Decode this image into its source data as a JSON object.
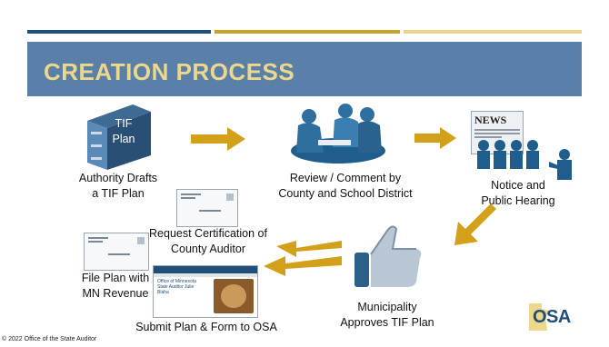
{
  "slide": {
    "title": "CREATION PROCESS",
    "copyright": "© 2022 Office of the State Auditor",
    "colors": {
      "header": "#5a7fa9",
      "title": "#ecd88c",
      "arrow": "#d3a019",
      "bar_navy": "#1f4e79",
      "bar_gold": "#c9a227",
      "bar_light": "#ead58c"
    }
  },
  "steps": {
    "binder_text": "TIF\nPlan",
    "authority": "Authority Drafts\na TIF Plan",
    "review": "Review / Comment by\nCounty and School District",
    "newspaper": "NEWS",
    "notice": "Notice and\nPublic Hearing",
    "request": "Request Certification of\nCounty Auditor",
    "file": "File Plan with\nMN Revenue",
    "submit": "Submit Plan & Form to OSA",
    "approve": "Municipality\nApproves TIF Plan"
  },
  "website": {
    "banner": "Office of Minnesota\nState Auditor Julie\nBlaha"
  },
  "logo": {
    "text": "OSA"
  }
}
